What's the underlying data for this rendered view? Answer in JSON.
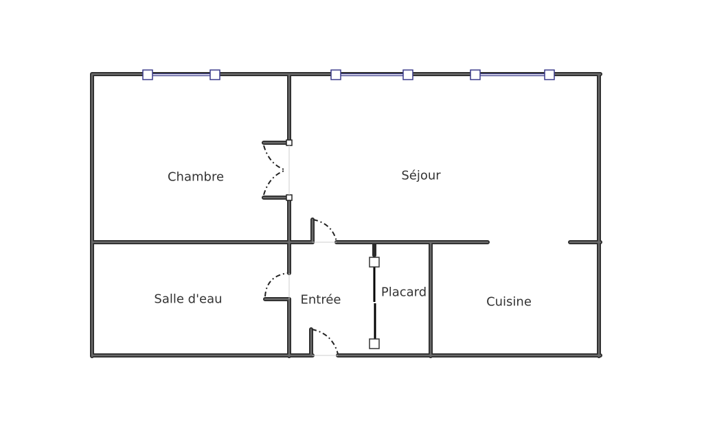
{
  "plan": {
    "rooms": [
      {
        "id": "chambre",
        "label": "Chambre"
      },
      {
        "id": "sejour",
        "label": "Séjour"
      },
      {
        "id": "salle-deau",
        "label": "Salle d'eau"
      },
      {
        "id": "entree",
        "label": "Entrée"
      },
      {
        "id": "placard",
        "label": "Placard"
      },
      {
        "id": "cuisine",
        "label": "Cuisine"
      }
    ],
    "colors": {
      "wall": "#2a2a2a",
      "window": "#3a3a8a"
    }
  }
}
